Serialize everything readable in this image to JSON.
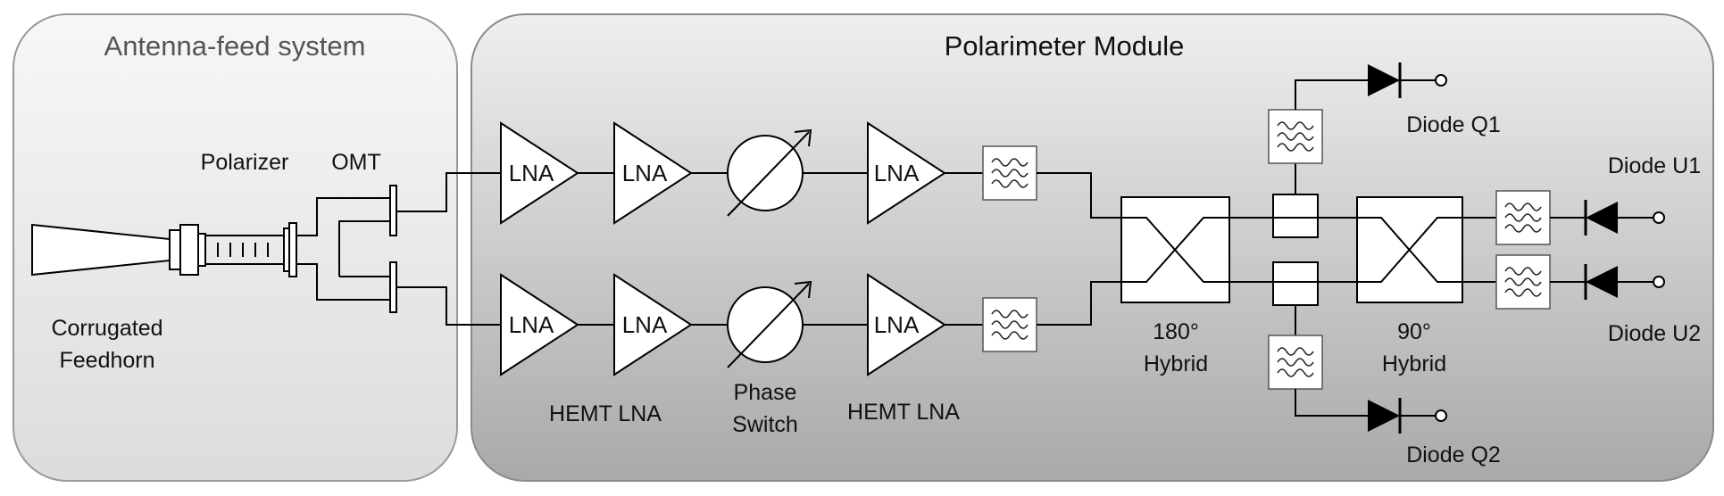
{
  "panels": {
    "antenna_title": "Antenna-feed system",
    "polarimeter_title": "Polarimeter Module"
  },
  "labels": {
    "polarizer": "Polarizer",
    "omt": "OMT",
    "feedhorn_line1": "Corrugated",
    "feedhorn_line2": "Feedhorn",
    "lna": "LNA",
    "hemt_lna": "HEMT LNA",
    "phase_switch_line1": "Phase",
    "phase_switch_line2": "Switch",
    "hybrid180_line1": "180°",
    "hybrid180_line2": "Hybrid",
    "hybrid90_line1": "90°",
    "hybrid90_line2": "Hybrid",
    "diode_q1": "Diode Q1",
    "diode_q2": "Diode Q2",
    "diode_u1": "Diode U1",
    "diode_u2": "Diode U2"
  }
}
